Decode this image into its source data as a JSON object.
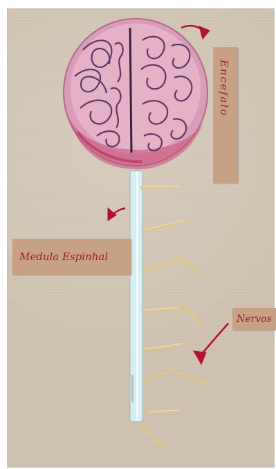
{
  "labels": {
    "encefalo": "Encefalo",
    "medula": "Medula Espinhal",
    "nervos": "Nervos"
  },
  "colors": {
    "cardboard": "#cfc2b0",
    "paper_tag": "#c7a184",
    "ink_red": "#a01828",
    "brain_pink": "#dba3bc",
    "straw": "#d9eef2",
    "toothpick": "#e3c48a"
  },
  "icons": {
    "brain": "brain-drawing-icon",
    "arrow": "hand-drawn-red-arrow-icon",
    "spinal_cord": "straw-spinal-cord-icon",
    "nerves": "toothpick-nerve-icon"
  }
}
